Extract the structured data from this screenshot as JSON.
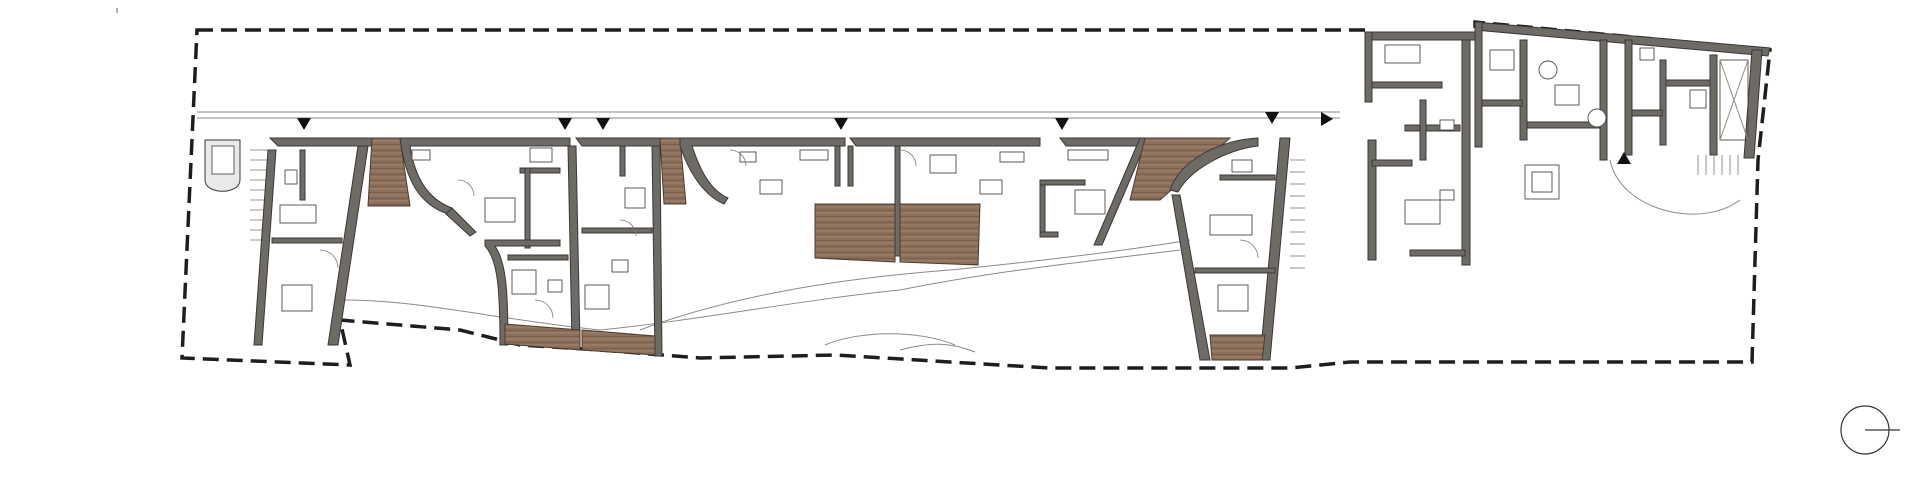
{
  "plan": {
    "type": "architectural-floor-plan",
    "colors": {
      "wall": "#6e6a66",
      "deck": "#8c6f5a",
      "site_boundary": "#1e1e1e",
      "background": "#ffffff"
    },
    "units_count": 8,
    "entrance_markers": 9,
    "north_arrow": "north-arrow-icon"
  }
}
